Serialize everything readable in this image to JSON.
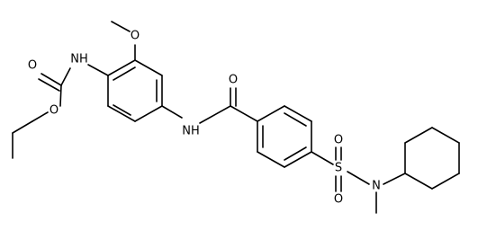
{
  "atom_labels": {
    "carbamate_carbonyl_oxygen": "O",
    "carbamate_nh": "NH",
    "carbamate_ester_oxygen": "O",
    "methoxy_oxygen": "O",
    "amide_carbonyl_oxygen": "O",
    "amide_nh": "NH",
    "sulfur": "S",
    "sulfonyl_oxygen_top": "O",
    "sulfonyl_oxygen_bottom": "O",
    "sulfonamide_nitrogen": "N"
  },
  "colors": {
    "bond": "#000000",
    "label": "#000000",
    "background": "#ffffff"
  }
}
